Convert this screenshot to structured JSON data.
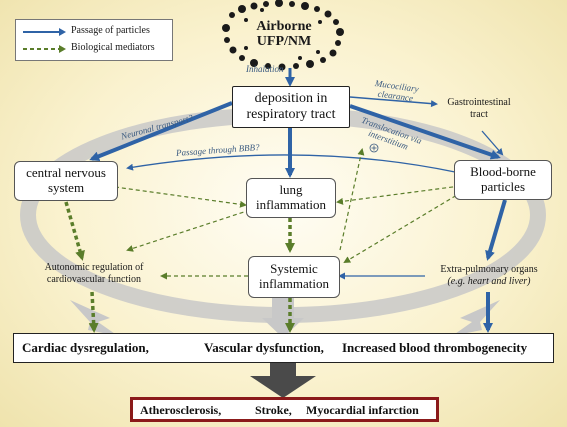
{
  "legend": {
    "passage": "Passage of particles",
    "mediators": "Biological mediators"
  },
  "source": {
    "line1": "Airborne",
    "line2": "UFP/NM"
  },
  "nodes": {
    "deposition": {
      "line1": "deposition in",
      "line2": "respiratory tract"
    },
    "cns": {
      "line1": "central nervous",
      "line2": "system"
    },
    "lung": {
      "line1": "lung",
      "line2": "inflammation"
    },
    "blood": {
      "line1": "Blood-borne",
      "line2": "particles"
    },
    "systemic": {
      "line1": "Systemic",
      "line2": "inflammation"
    },
    "autonomic": {
      "line1": "Autonomic regulation of",
      "line2": "cardiovascular function"
    },
    "extra": {
      "line1": "Extra-pulmonary organs",
      "line2": "(e.g. heart and liver)"
    },
    "gastro": {
      "line1": "Gastrointestinal",
      "line2": "tract"
    }
  },
  "edge_labels": {
    "inhalation": "Inhalation",
    "mucociliary1": "Mucociliary",
    "mucociliary2": "clearance",
    "neuronal": "Neuronal transport?",
    "translocation1": "Translocation via",
    "translocation2": "interstitium",
    "bbb": "Passage through BBB?"
  },
  "effects": {
    "e1": "Cardiac dysregulation,",
    "e2": "Vascular dysfunction,",
    "e3": "Increased blood thrombogenecity"
  },
  "outcomes": {
    "o1": "Atherosclerosis,",
    "o2": "Stroke,",
    "o3": "Myocardial infarction"
  },
  "colors": {
    "passage_arrow": "#2f63a6",
    "mediator_arrow": "#5a7d2a",
    "outcome_border": "#8b1a1a",
    "ellipse": "#c9c9c9"
  }
}
